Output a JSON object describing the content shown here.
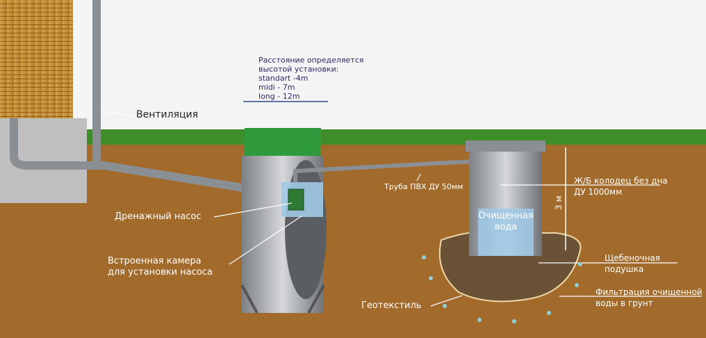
{
  "colors": {
    "soil": "#a36b2b",
    "grass": "#3f8d28",
    "sky": "#f4f4f4",
    "lid": "#2f9a3c",
    "water": "#9fc9e6",
    "pipe": "#8a8f94"
  },
  "labels": {
    "distance_note": [
      "Расстояние определяется",
      "высотой установки:",
      "standart -4m",
      "midi - 7m",
      "long - 12m"
    ],
    "ventilation": "Вентиляция",
    "pump": "Дренажный насос",
    "chamber": [
      "Встроенная камера",
      "для установки насоса"
    ],
    "pipe": "Труба ПВХ ДУ 50мм",
    "well": [
      "Ж/Б колодец без дна",
      "ДУ 1000мм"
    ],
    "depth": "3 м",
    "clean_water": [
      "Очищенная",
      "вода"
    ],
    "gravel": [
      "Щебеночная",
      "подушка"
    ],
    "filtration": [
      "Фильтрация очищенной",
      "воды в грунт"
    ],
    "geotextile": "Геотекстиль"
  }
}
